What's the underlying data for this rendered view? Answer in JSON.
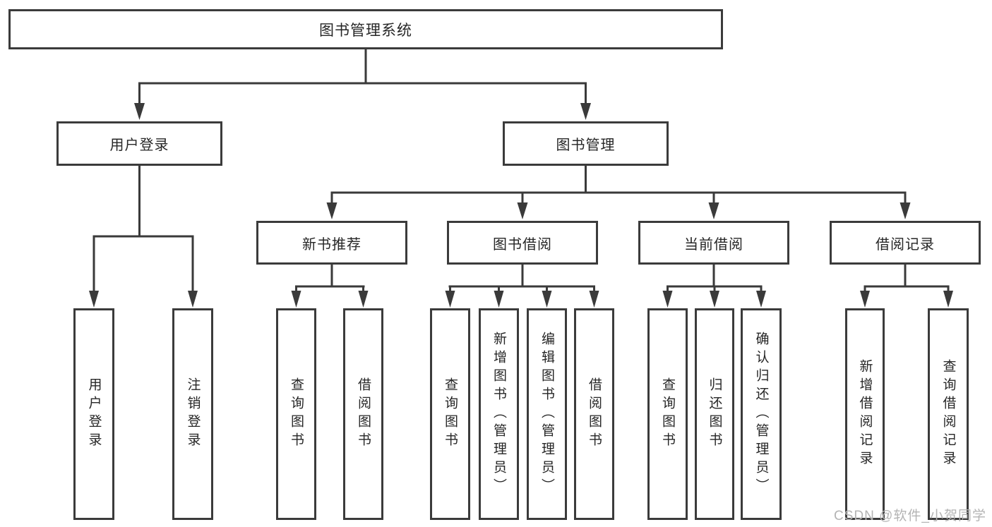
{
  "root_label": "图书管理系统",
  "level2": [
    "用户登录",
    "图书管理"
  ],
  "level3": [
    "新书推荐",
    "图书借阅",
    "当前借阅",
    "借阅记录"
  ],
  "leaves_user": [
    "用户登录",
    "注销登录"
  ],
  "leaves_newbook": [
    "查询图书",
    "借阅图书"
  ],
  "leaves_borrow": [
    "查询图书",
    "新增图书（管理员）",
    "编辑图书（管理员）",
    "借阅图书"
  ],
  "leaves_current": [
    "查询图书",
    "归还图书",
    "确认归还（管理员）"
  ],
  "leaves_records": [
    "新增借阅记录",
    "查询借阅记录"
  ],
  "watermark": "CSDN @软件_小贺同学",
  "colors": {
    "line": "#3a3a3a",
    "text": "#262626",
    "watermark": "#b4b4b4"
  }
}
